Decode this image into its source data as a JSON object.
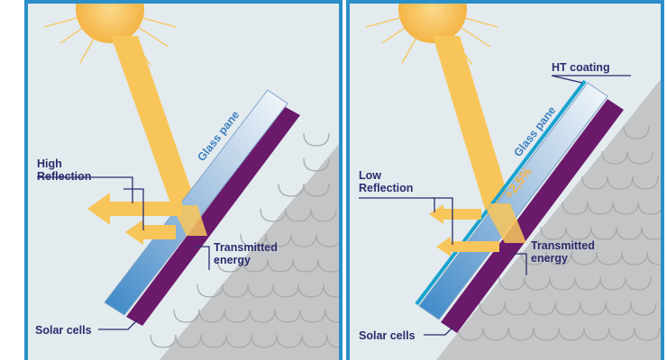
{
  "left_panel": {
    "reflection_label": "High\nReflection",
    "reflection_line1": "High",
    "reflection_line2": "Reflection",
    "glass_label": "Glass pane",
    "transmitted_line1": "Transmitted",
    "transmitted_line2": "energy",
    "solar_cells_label": "Solar cells"
  },
  "right_panel": {
    "coating_label": "HT coating",
    "reflection_line1": "Low",
    "reflection_line2": "Reflection",
    "glass_label": "Glass pane",
    "gain_label": "+2,5%",
    "transmitted_line1": "Transmitted",
    "transmitted_line2": "energy",
    "solar_cells_label": "Solar cells"
  },
  "colors": {
    "frame": "#2a8fc8",
    "background": "#e3ebee",
    "roof": "#c3c5c7",
    "tile_line": "#a8aaac",
    "sun": "#f8c55a",
    "beam": "#f8c55a",
    "purple_panel": "#6b1a6b",
    "coating": "#1aa3d0",
    "label": "#2b2d6e",
    "glass_label": "#3b7fc0"
  }
}
